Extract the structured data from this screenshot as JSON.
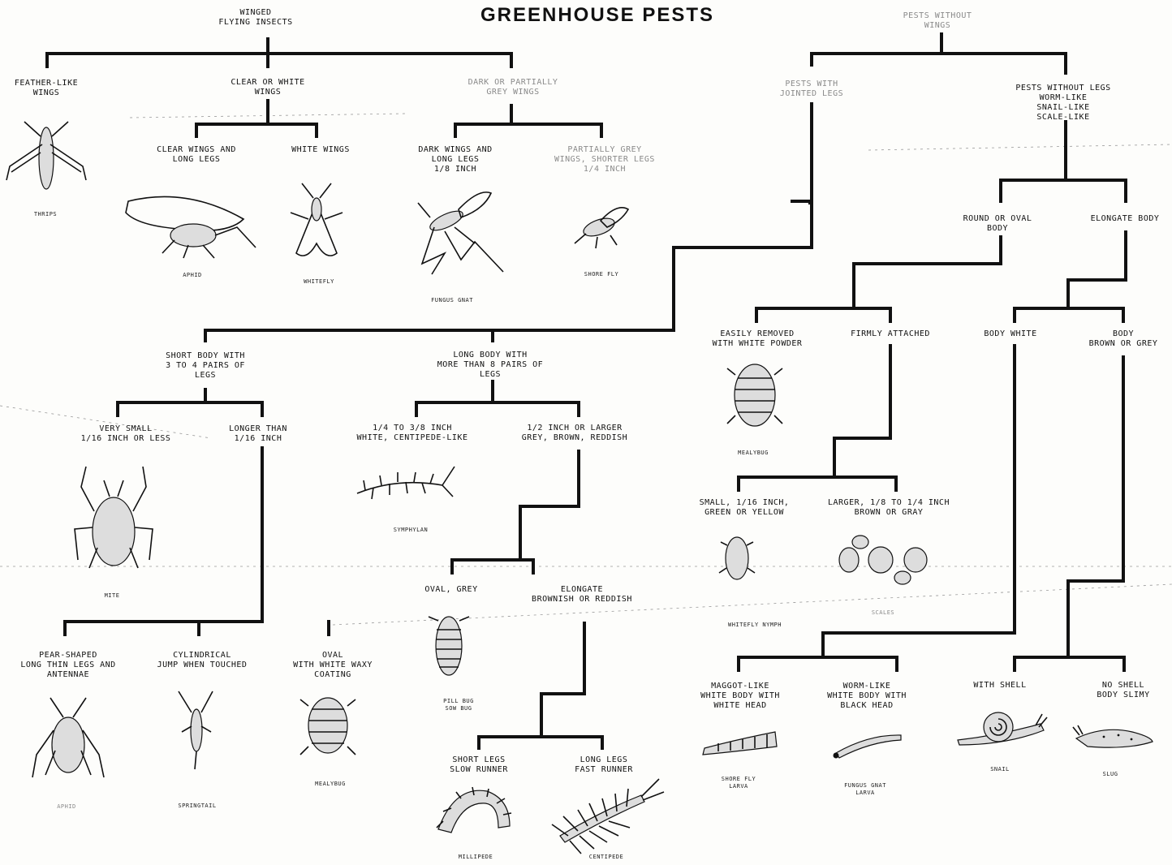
{
  "title": "GREENHOUSE PESTS",
  "groups": {
    "winged": "WINGED\nFLYING INSECTS",
    "without_wings": "PESTS WITHOUT\nWINGS",
    "with_legs": "PESTS WITH\nJOINTED LEGS",
    "without_legs": "PESTS WITHOUT LEGS\nWORM-LIKE\nSNAIL-LIKE\nSCALE-LIKE"
  },
  "nodes": {
    "feather_wings": "FEATHER-LIKE\nWINGS",
    "clear_white": "CLEAR OR WHITE\nWINGS",
    "dark_grey": "DARK OR PARTIALLY\nGREY WINGS",
    "clear_long_legs": "CLEAR WINGS AND\nLONG LEGS",
    "white_wings": "WHITE WINGS",
    "dark_long_legs": "DARK WINGS AND\nLONG LEGS\n1/8 INCH",
    "partial_grey": "PARTIALLY GREY\nWINGS, SHORTER LEGS\n1/4 INCH",
    "short_body": "SHORT BODY WITH\n3 TO 4 PAIRS OF\nLEGS",
    "long_body": "LONG BODY WITH\nMORE THAN 8 PAIRS OF\nLEGS",
    "very_small": "VERY SMALL\n1/16 INCH OR LESS",
    "longer_than": "LONGER THAN\n1/16 INCH",
    "quarter_inch": "1/4 TO 3/8 INCH\nWHITE, CENTIPEDE-LIKE",
    "half_inch": "1/2 INCH OR LARGER\nGREY, BROWN, REDDISH",
    "oval_grey": "OVAL, GREY",
    "elongate_brown": "ELONGATE\nBROWNISH OR REDDISH",
    "short_legs": "SHORT LEGS\nSLOW RUNNER",
    "long_legs": "LONG LEGS\nFAST RUNNER",
    "pear_shaped": "PEAR-SHAPED\nLONG THIN LEGS AND\nANTENNAE",
    "cylindrical": "CYLINDRICAL\nJUMP WHEN TOUCHED",
    "oval_waxy": "OVAL\nWITH WHITE WAXY\nCOATING",
    "round_oval": "ROUND OR OVAL\nBODY",
    "elongate_body": "ELONGATE BODY",
    "easily_removed": "EASILY REMOVED\nWITH WHITE POWDER",
    "firmly_attached": "FIRMLY ATTACHED",
    "small_green": "SMALL, 1/16 INCH,\nGREEN OR YELLOW",
    "larger_brown": "LARGER, 1/8 TO 1/4 INCH\nBROWN OR GRAY",
    "body_white": "BODY WHITE",
    "body_brown": "BODY\nBROWN OR GREY",
    "maggot": "MAGGOT-LIKE\nWHITE BODY WITH\nWHITE HEAD",
    "worm": "WORM-LIKE\nWHITE BODY WITH\nBLACK HEAD",
    "with_shell": "WITH SHELL",
    "no_shell": "NO SHELL\nBODY SLIMY"
  },
  "captions": {
    "thrips": "THRIPS",
    "aphid": "APHID",
    "whitefly": "WHITEFLY",
    "fungus_gnat": "FUNGUS GNAT",
    "shore_fly": "SHORE FLY",
    "mite": "MITE",
    "symphylan": "SYMPHYLAN",
    "pill_bug": "PILL BUG\nSOW BUG",
    "millipede": "MILLIPEDE",
    "centipede": "CENTIPEDE",
    "aphid2": "APHID",
    "springtail": "SPRINGTAIL",
    "mealybug": "MEALYBUG",
    "mealybug2": "MEALYBUG",
    "whitefly_nymph": "WHITEFLY NYMPH",
    "scales": "SCALES",
    "shore_fly_larva": "SHORE FLY\nLARVA",
    "fungus_gnat_larva": "FUNGUS GNAT\nLARVA",
    "snail": "SNAIL",
    "slug": "SLUG"
  }
}
